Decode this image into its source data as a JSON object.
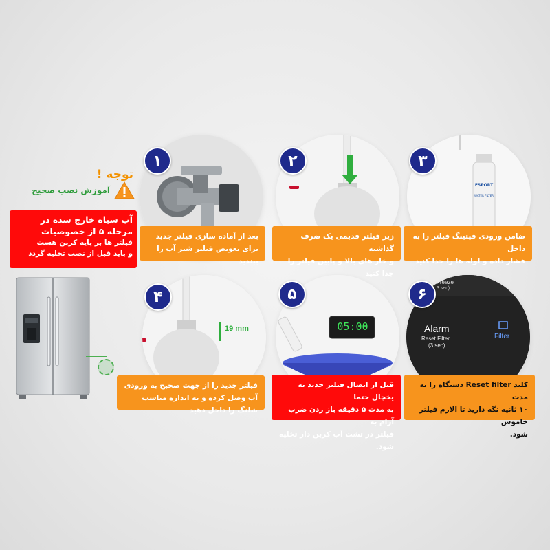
{
  "notice": {
    "title": "توجه !",
    "subtitle": "آموزش نصب صحیح",
    "box_line1": "آب سیاه خارج شده در",
    "box_line2": "مرحله ۵ از خصوصیات",
    "box_line3": "فیلتر ها بر پایه کربن هست",
    "box_line4": "و باید قبل از نصب تخلیه گردد"
  },
  "steps": [
    {
      "number": "۱",
      "caption_line1": "بعد از آماده سازی فیلتر جدید",
      "caption_line2": "برای تعویض فیلتر شیر آب را ببندید"
    },
    {
      "number": "۲",
      "caption_line1": "زیر فیلتر قدیمی یک ضرف گذاشته",
      "caption_line2": "و خار های بالا و پایین فیلتر را جدا کنید"
    },
    {
      "number": "۳",
      "caption_line1": "ضامن ورودی فیتینگ فیلتر را به داخل",
      "caption_line2": "فشار داده و لوله ها را جدا کنید",
      "brand": "ESPORT",
      "label": "WATER FILTER"
    },
    {
      "number": "۴",
      "caption_line1": "فیلتر جدید را از جهت صحیح به ورودی",
      "caption_line2": "آب وصل کرده و به اندازه مناسب شلنگ را داخل دهید",
      "measure": "19 mm"
    },
    {
      "number": "۵",
      "caption_line1": "قبل از اتصال فیلتر جدید به یخچال حتما",
      "caption_line2": "به مدت ۵ دقیقه باز زدن ضرب آرام به",
      "caption_line3": "فیلتر در تشت آب کربن دار تخلیه شود.",
      "timer": "05:00"
    },
    {
      "number": "۶",
      "caption_line1": "کلید Reset filter دستگاه را به مدت",
      "caption_line2": "۱۰ ثانیه نگه دارید تا الارم فیلتر خاموش",
      "caption_line3": "شود.",
      "panel_top": "Freeze",
      "panel_sub": "3 sec)",
      "alarm": "Alarm",
      "reset": "Reset Filter",
      "reset_sec": "(3 sec)",
      "filter": "Filter"
    }
  ],
  "colors": {
    "orange": "#f7941d",
    "red": "#ff0a0a",
    "navy": "#1f2a8c",
    "green": "#2e9c3b",
    "title_orange": "#f39200"
  }
}
